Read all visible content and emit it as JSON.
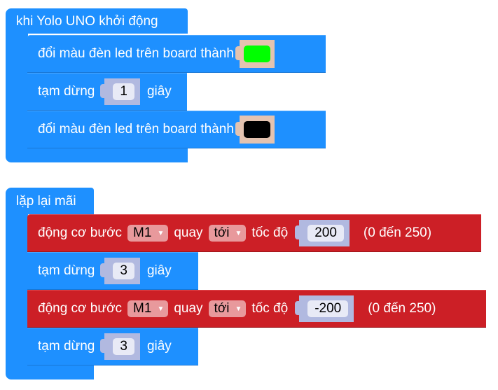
{
  "colors": {
    "loop_blue": "#1e90ff",
    "motor_red": "#cc1f26",
    "input_slot": "#b1b9e0",
    "number_field": "#e8eaf6",
    "color_slot": "#e4c3b0",
    "dropdown_bg": "#e8999c"
  },
  "startup_block": {
    "header": "khi Yolo UNO khởi động",
    "statements": [
      {
        "type": "set_led_color",
        "label": "đổi màu đèn led trên board thành",
        "color_value": "#00ff00",
        "color_name": "green"
      },
      {
        "type": "delay",
        "label": "tạm dừng",
        "value": "1",
        "unit": "giây"
      },
      {
        "type": "set_led_color",
        "label": "đổi màu đèn led trên board thành",
        "color_value": "#000000",
        "color_name": "black"
      }
    ]
  },
  "forever_block": {
    "header": "lặp lại mãi",
    "statements": [
      {
        "type": "stepper",
        "label": "động cơ bước",
        "motor": "M1",
        "rotate_label": "quay",
        "direction": "tới",
        "speed_label": "tốc độ",
        "speed": "200",
        "range": "(0 đến 250)"
      },
      {
        "type": "delay",
        "label": "tạm dừng",
        "value": "3",
        "unit": "giây"
      },
      {
        "type": "stepper",
        "label": "động cơ bước",
        "motor": "M1",
        "rotate_label": "quay",
        "direction": "tới",
        "speed_label": "tốc độ",
        "speed": "-200",
        "range": "(0 đến 250)"
      },
      {
        "type": "delay",
        "label": "tạm dừng",
        "value": "3",
        "unit": "giây"
      }
    ]
  },
  "icons": {
    "dropdown_arrow": "▼"
  }
}
